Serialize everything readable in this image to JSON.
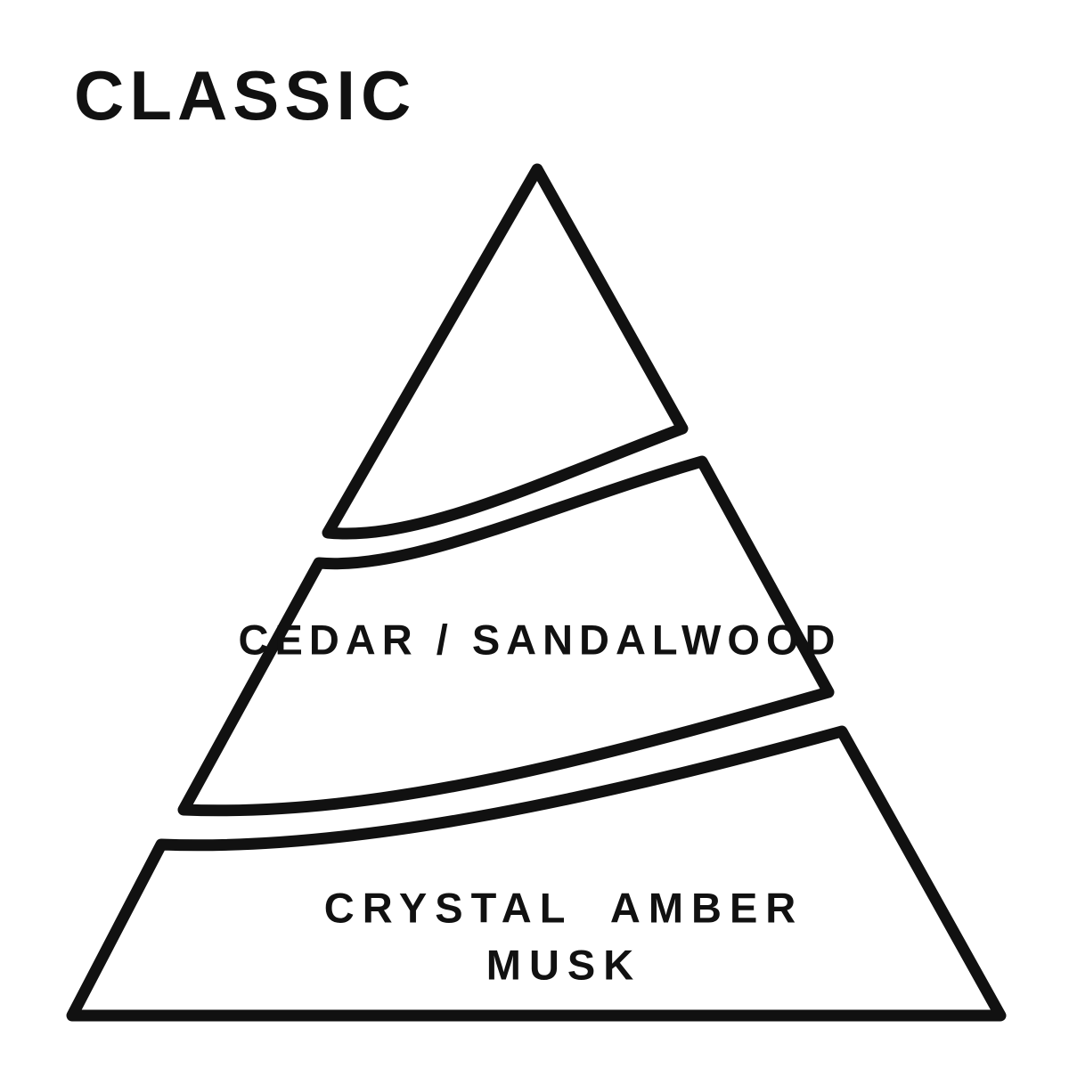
{
  "title": "CLASSIC",
  "pyramid": {
    "top_section_label": "",
    "middle_section_label": "CEDAR / SANDALWOOD",
    "bottom_section_label_line1": "CRYSTAL AMBER",
    "bottom_section_label_line2": "MUSK"
  },
  "colors": {
    "line": "#111111",
    "background": "#ffffff"
  }
}
